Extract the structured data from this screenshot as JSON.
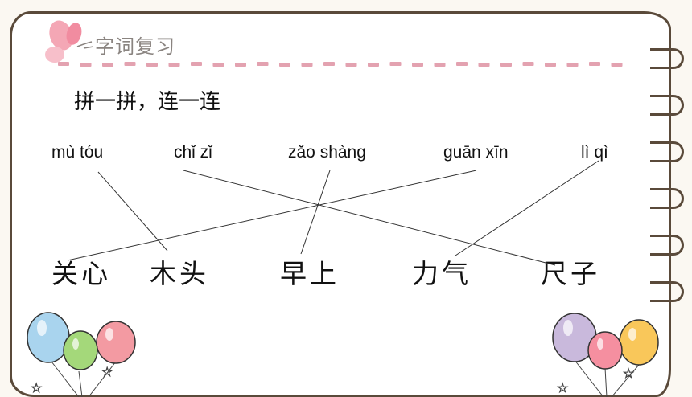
{
  "header": {
    "title": "字词复习",
    "icon": "butterfly-icon"
  },
  "instruction": "拼一拼，连一连",
  "pinyin": [
    "mù tóu",
    "chǐ zǐ",
    "zǎo shàng",
    "guān xīn",
    "lì qì"
  ],
  "hanzi": [
    "关心",
    "木头",
    "早上",
    "力气",
    "尺子"
  ],
  "connections": [
    {
      "pinyin": "mù tóu",
      "hanzi": "木头"
    },
    {
      "pinyin": "chǐ zǐ",
      "hanzi": "尺子"
    },
    {
      "pinyin": "zǎo shàng",
      "hanzi": "早上"
    },
    {
      "pinyin": "guān xīn",
      "hanzi": "关心"
    },
    {
      "pinyin": "lì qì",
      "hanzi": "力气"
    }
  ],
  "decorations": {
    "left_balloons": [
      "#a9d4ee",
      "#a4d87a",
      "#f39aa2"
    ],
    "right_balloons": [
      "#c9b9dc",
      "#f58fa0",
      "#f9c75a"
    ],
    "dash_color": "#e3a2b0",
    "border_color": "#5a4a3a"
  }
}
